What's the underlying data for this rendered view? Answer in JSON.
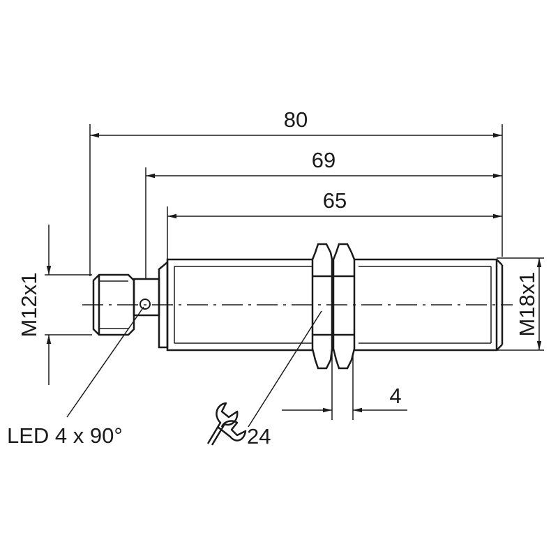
{
  "dimensions": {
    "overall_length": "80",
    "length_69": "69",
    "length_65": "65",
    "nut_thickness": "4"
  },
  "threads": {
    "connector": "M12x1",
    "body": "M18x1"
  },
  "labels": {
    "led": "LED 4 x 90°",
    "wrench_size": "24"
  },
  "icons": {
    "wrench": "wrench-icon"
  },
  "colors": {
    "line": "#1a1a1a",
    "background": "#ffffff"
  }
}
